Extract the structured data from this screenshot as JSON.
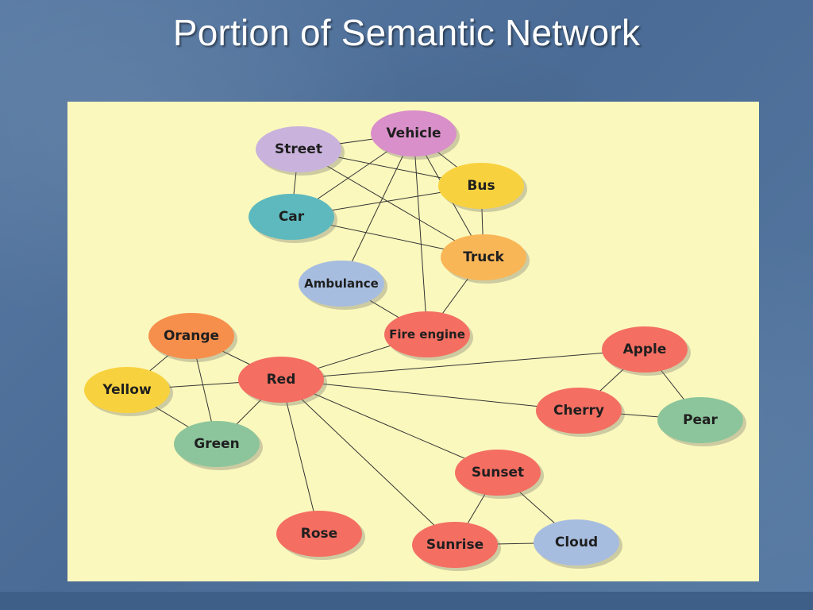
{
  "slide": {
    "title": "Portion of Semantic Network"
  },
  "nodes": {
    "street": {
      "label": "Street",
      "color": "#c9b3dc"
    },
    "vehicle": {
      "label": "Vehicle",
      "color": "#d98fc9"
    },
    "bus": {
      "label": "Bus",
      "color": "#f8d23e"
    },
    "car": {
      "label": "Car",
      "color": "#5db9bd"
    },
    "truck": {
      "label": "Truck",
      "color": "#f9b657"
    },
    "ambulance": {
      "label": "Ambulance",
      "color": "#a7bde0"
    },
    "fire_engine": {
      "label": "Fire engine",
      "color": "#f46e62"
    },
    "orange": {
      "label": "Orange",
      "color": "#f68f4c"
    },
    "red": {
      "label": "Red",
      "color": "#f46e62"
    },
    "yellow": {
      "label": "Yellow",
      "color": "#f8d23e"
    },
    "green": {
      "label": "Green",
      "color": "#8cc59b"
    },
    "apple": {
      "label": "Apple",
      "color": "#f46e62"
    },
    "cherry": {
      "label": "Cherry",
      "color": "#f46e62"
    },
    "pear": {
      "label": "Pear",
      "color": "#8cc59b"
    },
    "sunset": {
      "label": "Sunset",
      "color": "#f46e62"
    },
    "rose": {
      "label": "Rose",
      "color": "#f46e62"
    },
    "sunrise": {
      "label": "Sunrise",
      "color": "#f46e62"
    },
    "cloud": {
      "label": "Cloud",
      "color": "#a7bde0"
    }
  },
  "edges": [
    [
      "street",
      "vehicle"
    ],
    [
      "street",
      "car"
    ],
    [
      "street",
      "bus"
    ],
    [
      "street",
      "truck"
    ],
    [
      "vehicle",
      "car"
    ],
    [
      "vehicle",
      "bus"
    ],
    [
      "vehicle",
      "truck"
    ],
    [
      "vehicle",
      "ambulance"
    ],
    [
      "vehicle",
      "fire_engine"
    ],
    [
      "car",
      "bus"
    ],
    [
      "car",
      "truck"
    ],
    [
      "bus",
      "truck"
    ],
    [
      "truck",
      "fire_engine"
    ],
    [
      "ambulance",
      "fire_engine"
    ],
    [
      "fire_engine",
      "red"
    ],
    [
      "orange",
      "red"
    ],
    [
      "orange",
      "yellow"
    ],
    [
      "orange",
      "green"
    ],
    [
      "red",
      "yellow"
    ],
    [
      "red",
      "green"
    ],
    [
      "red",
      "apple"
    ],
    [
      "red",
      "cherry"
    ],
    [
      "red",
      "sunset"
    ],
    [
      "red",
      "sunrise"
    ],
    [
      "red",
      "rose"
    ],
    [
      "yellow",
      "green"
    ],
    [
      "apple",
      "cherry"
    ],
    [
      "apple",
      "pear"
    ],
    [
      "cherry",
      "pear"
    ],
    [
      "sunset",
      "sunrise"
    ],
    [
      "sunset",
      "cloud"
    ],
    [
      "sunrise",
      "cloud"
    ]
  ]
}
